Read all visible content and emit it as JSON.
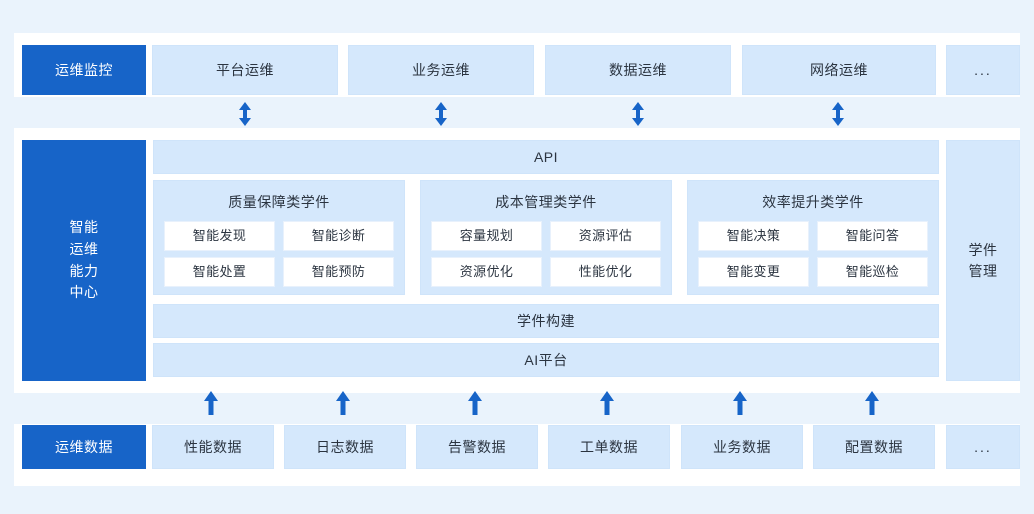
{
  "theme": {
    "page_bg": "#eaf3fc",
    "panel_bg": "#ffffff",
    "accent_dark": "#1764c8",
    "accent_light": "#d5e8fc",
    "cell_bg": "#ffffff",
    "text": "#2b3440"
  },
  "monitor_row": {
    "label": "运维监控",
    "items": [
      {
        "label": "平台运维"
      },
      {
        "label": "业务运维"
      },
      {
        "label": "数据运维"
      },
      {
        "label": "网络运维"
      },
      {
        "label": "..."
      }
    ]
  },
  "connectors": {
    "top_arrow_icon": "double-headed-vertical-arrow",
    "bottom_arrow_icon": "up-arrow",
    "top_arrow_count": 4,
    "bottom_arrow_count": 6
  },
  "center": {
    "label": "智能运维能力中心",
    "label_lines": [
      "智能",
      "运维",
      "能力",
      "中心"
    ],
    "side_label": "学件管理",
    "side_label_lines": [
      "学件",
      "管理"
    ],
    "bars": {
      "api": "API",
      "build": "学件构建",
      "ai_platform": "AI平台"
    },
    "groups": [
      {
        "title": "质量保障类学件",
        "items": [
          "智能发现",
          "智能诊断",
          "智能处置",
          "智能预防"
        ]
      },
      {
        "title": "成本管理类学件",
        "items": [
          "容量规划",
          "资源评估",
          "资源优化",
          "性能优化"
        ]
      },
      {
        "title": "效率提升类学件",
        "items": [
          "智能决策",
          "智能问答",
          "智能变更",
          "智能巡检"
        ]
      }
    ]
  },
  "data_row": {
    "label": "运维数据",
    "items": [
      {
        "label": "性能数据"
      },
      {
        "label": "日志数据"
      },
      {
        "label": "告警数据"
      },
      {
        "label": "工单数据"
      },
      {
        "label": "业务数据"
      },
      {
        "label": "配置数据"
      },
      {
        "label": "..."
      }
    ]
  }
}
